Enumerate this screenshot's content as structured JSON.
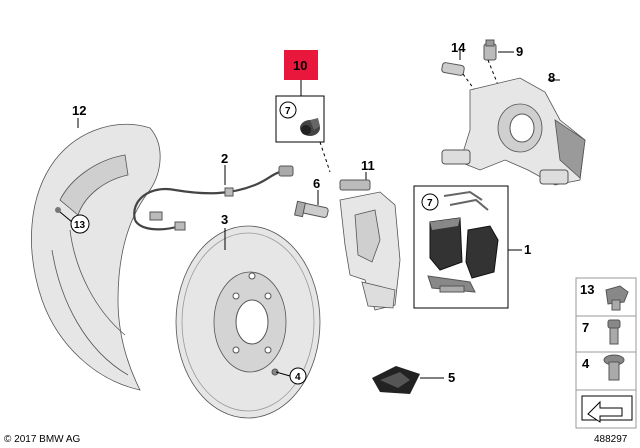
{
  "callouts": {
    "c1": "1",
    "c2": "2",
    "c3": "3",
    "c4": "4",
    "c5": "5",
    "c6": "6",
    "c7": "7",
    "c8": "8",
    "c9": "9",
    "c10": "10",
    "c11": "11",
    "c12": "12",
    "c14": "14"
  },
  "circled": {
    "k7a": "7",
    "k7b": "7",
    "k13": "13",
    "k4": "4"
  },
  "legend": {
    "l13": "13",
    "l7": "7",
    "l4": "4"
  },
  "footer": {
    "copyright": "© 2017 BMW AG",
    "doc_number": "488297"
  },
  "colors": {
    "highlight": "#e8173b",
    "line": "#000000",
    "part_light": "#e6e6e6",
    "part_dark": "#9a9a9a"
  }
}
